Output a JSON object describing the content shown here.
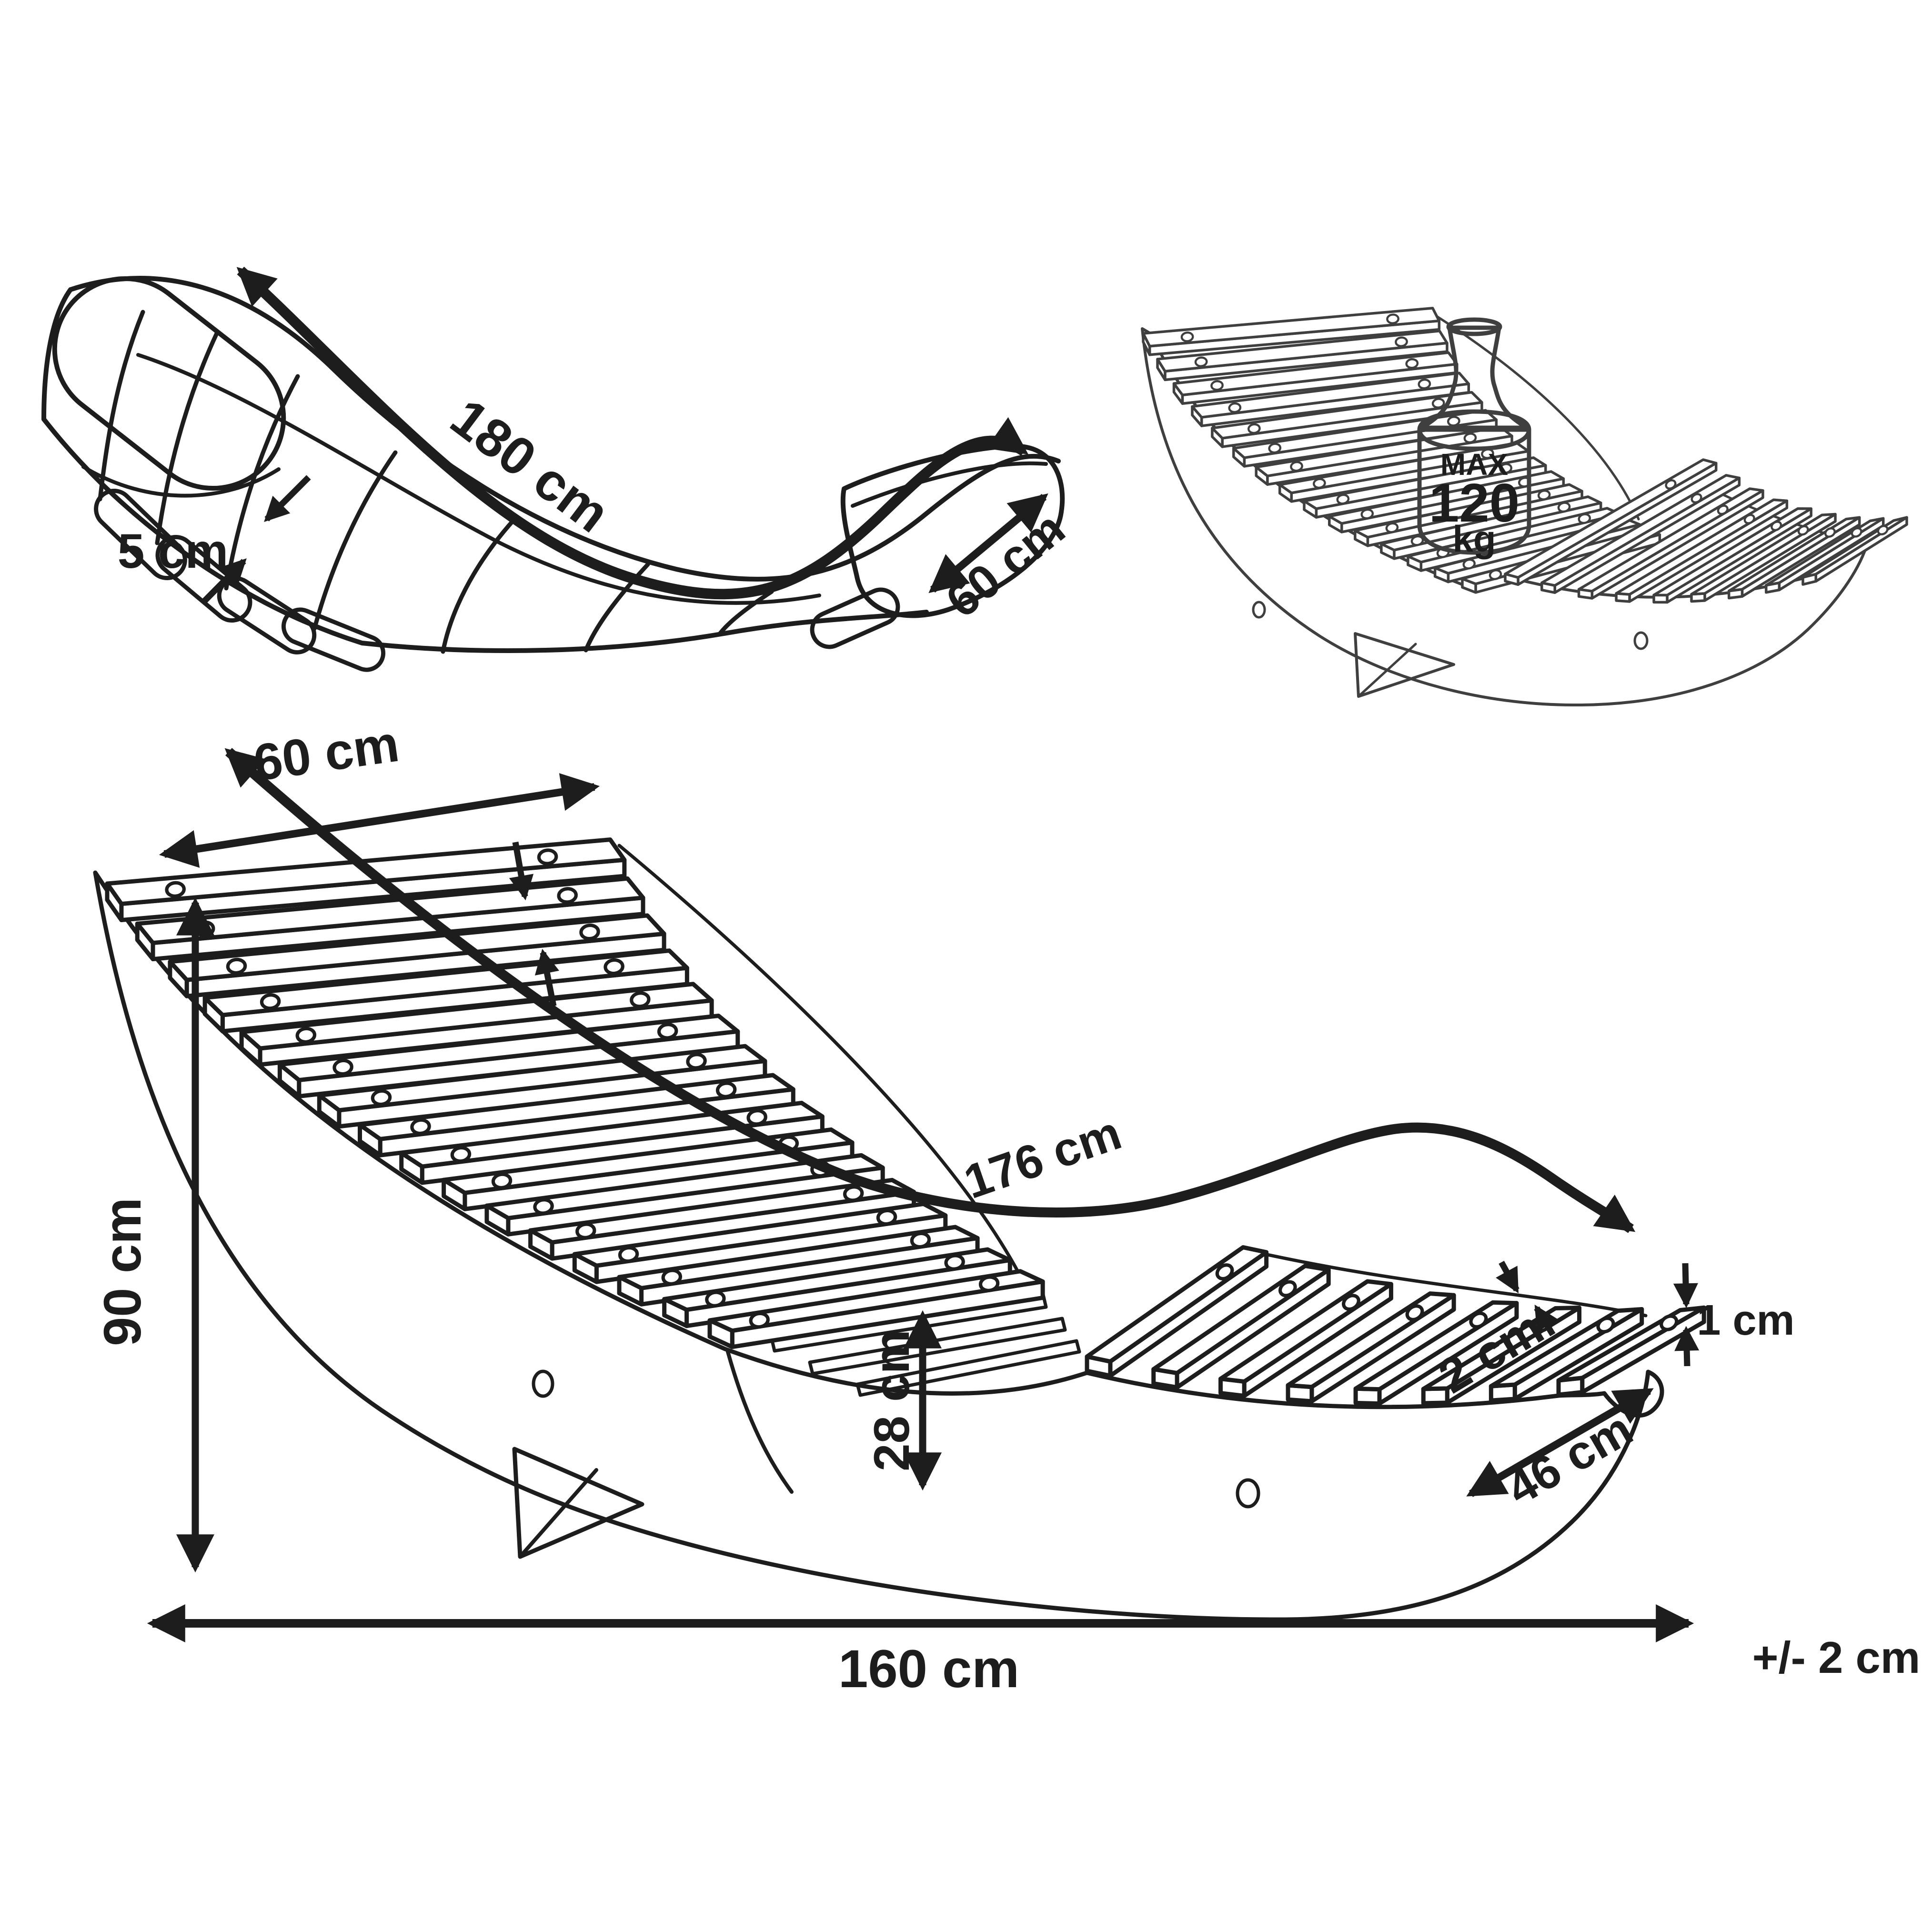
{
  "page": {
    "background": "#ffffff"
  },
  "diagram": {
    "ink_color": "#1d1d1d",
    "secondary_ink_color": "#3f3f3f",
    "top_left_view": {
      "length_label": "180 cm",
      "thickness_label": "5 cm",
      "width_label": "60 cm"
    },
    "top_right_view": {
      "max_label": "MAX",
      "capacity_value": "120",
      "capacity_unit": "kg"
    },
    "bottom_view": {
      "slat_width_label": "60 cm",
      "back_height_label": "90 cm",
      "surface_length_label": "176 cm",
      "seat_height_label": "28 cm",
      "slat_thickness_label": "1 cm",
      "slat_gap_label": "2 cm",
      "foot_width_label": "46 cm",
      "overall_length_label": "160 cm",
      "tolerance_label": "+/- 2 cm"
    }
  }
}
